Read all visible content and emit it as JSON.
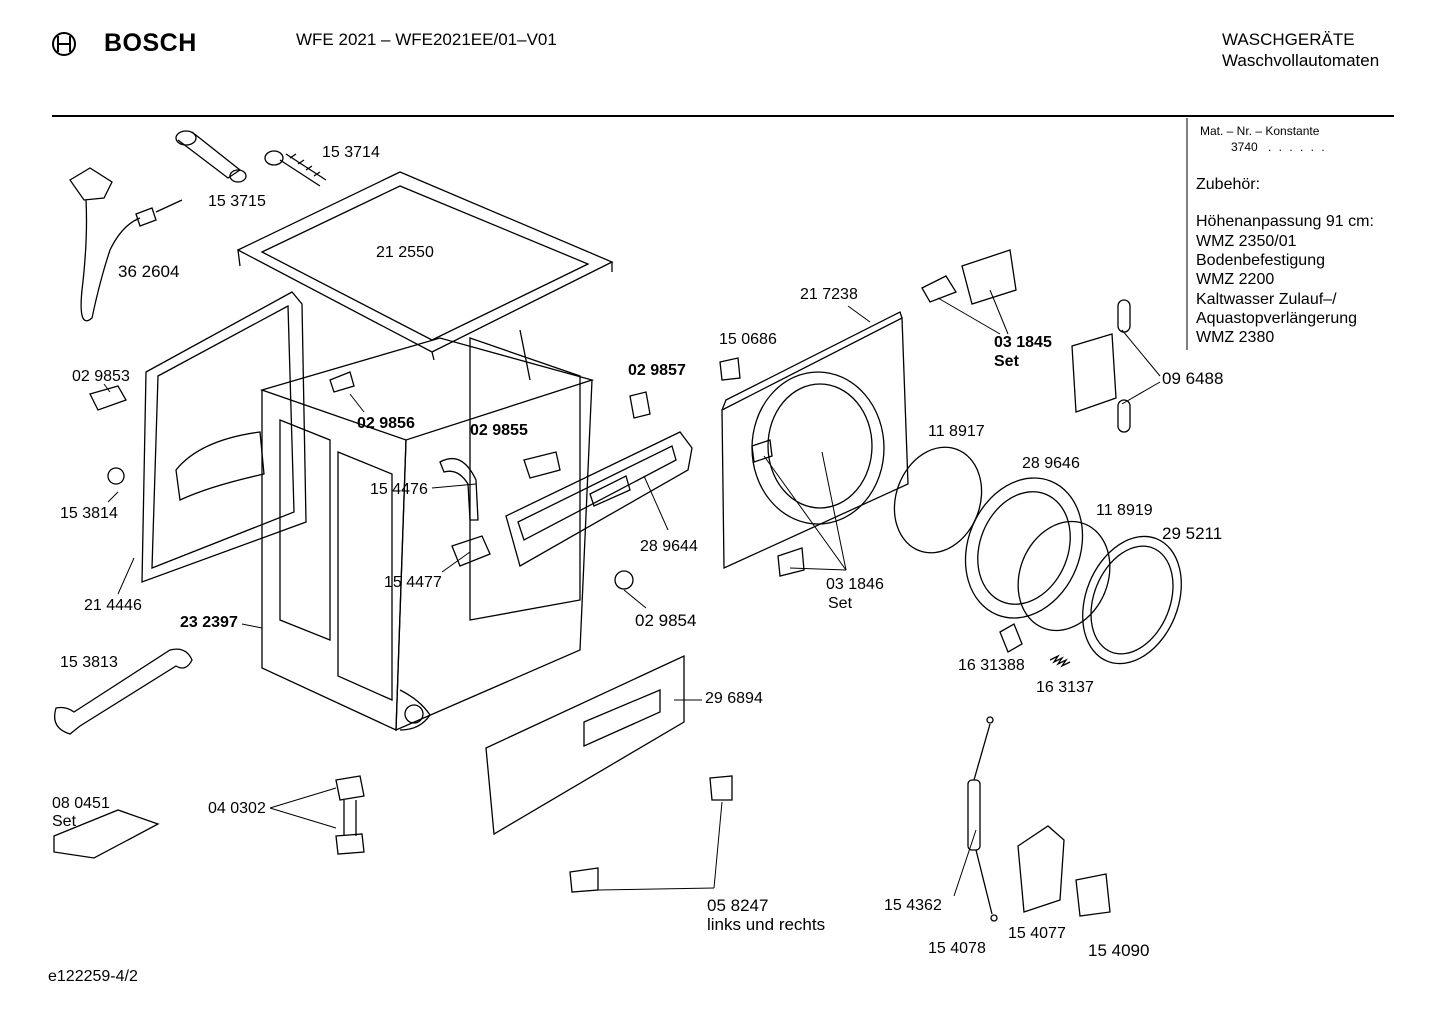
{
  "header": {
    "brand": "BOSCH",
    "model": "WFE 2021 – WFE2021EE/01–V01",
    "category_line1": "WASCHGERÄTE",
    "category_line2": "Waschvollautomaten"
  },
  "sidebar": {
    "mat_label": "Mat. – Nr. – Konstante",
    "mat_value": "3740",
    "mat_dots": ". .   . . . .",
    "accessories_title": "Zubehör:",
    "accessory_lines": [
      "Höhenanpassung 91 cm:",
      "WMZ 2350/01",
      "Bodenbefestigung",
      "WMZ 2200",
      "Kaltwasser Zulauf–/",
      "Aquastopverlängerung",
      "WMZ 2380"
    ]
  },
  "parts": [
    {
      "id": "153714",
      "text": "15 3714"
    },
    {
      "id": "153715",
      "text": "15 3715"
    },
    {
      "id": "362604",
      "text": "36 2604"
    },
    {
      "id": "212550",
      "text": "21 2550"
    },
    {
      "id": "029853",
      "text": "02 9853"
    },
    {
      "id": "153814",
      "text": "15 3814"
    },
    {
      "id": "214446",
      "text": "21 4446"
    },
    {
      "id": "232397",
      "text": "23 2397"
    },
    {
      "id": "029856",
      "text": "02 9856"
    },
    {
      "id": "029855",
      "text": "02 9855"
    },
    {
      "id": "029857",
      "text": "02 9857"
    },
    {
      "id": "154476",
      "text": "15 4476"
    },
    {
      "id": "154477",
      "text": "15 4477"
    },
    {
      "id": "289644",
      "text": "28 9644"
    },
    {
      "id": "029854",
      "text": "02 9854"
    },
    {
      "id": "153813",
      "text": "15 3813"
    },
    {
      "id": "296894",
      "text": "29 6894"
    },
    {
      "id": "080451",
      "text": "08 0451"
    },
    {
      "id": "080451set",
      "text": "Set"
    },
    {
      "id": "040302",
      "text": "04 0302"
    },
    {
      "id": "058247",
      "text": "05 8247"
    },
    {
      "id": "058247b",
      "text": "links und rechts"
    },
    {
      "id": "150686",
      "text": "15 0686"
    },
    {
      "id": "217238",
      "text": "21 7238"
    },
    {
      "id": "031845",
      "text": "03 1845"
    },
    {
      "id": "031845set",
      "text": "Set"
    },
    {
      "id": "096488",
      "text": "09 6488"
    },
    {
      "id": "118917",
      "text": "11 8917"
    },
    {
      "id": "289646",
      "text": "28 9646"
    },
    {
      "id": "118919",
      "text": "11 8919"
    },
    {
      "id": "295211",
      "text": "29 5211"
    },
    {
      "id": "031846",
      "text": "03 1846"
    },
    {
      "id": "031846set",
      "text": "Set"
    },
    {
      "id": "1631388",
      "text": "16 31388"
    },
    {
      "id": "163137",
      "text": "16 3137"
    },
    {
      "id": "154362",
      "text": "15 4362"
    },
    {
      "id": "154078",
      "text": "15 4078"
    },
    {
      "id": "154077",
      "text": "15 4077"
    },
    {
      "id": "154090",
      "text": "15 4090"
    }
  ],
  "footer": {
    "drawing_id": "e122259-4/2"
  }
}
